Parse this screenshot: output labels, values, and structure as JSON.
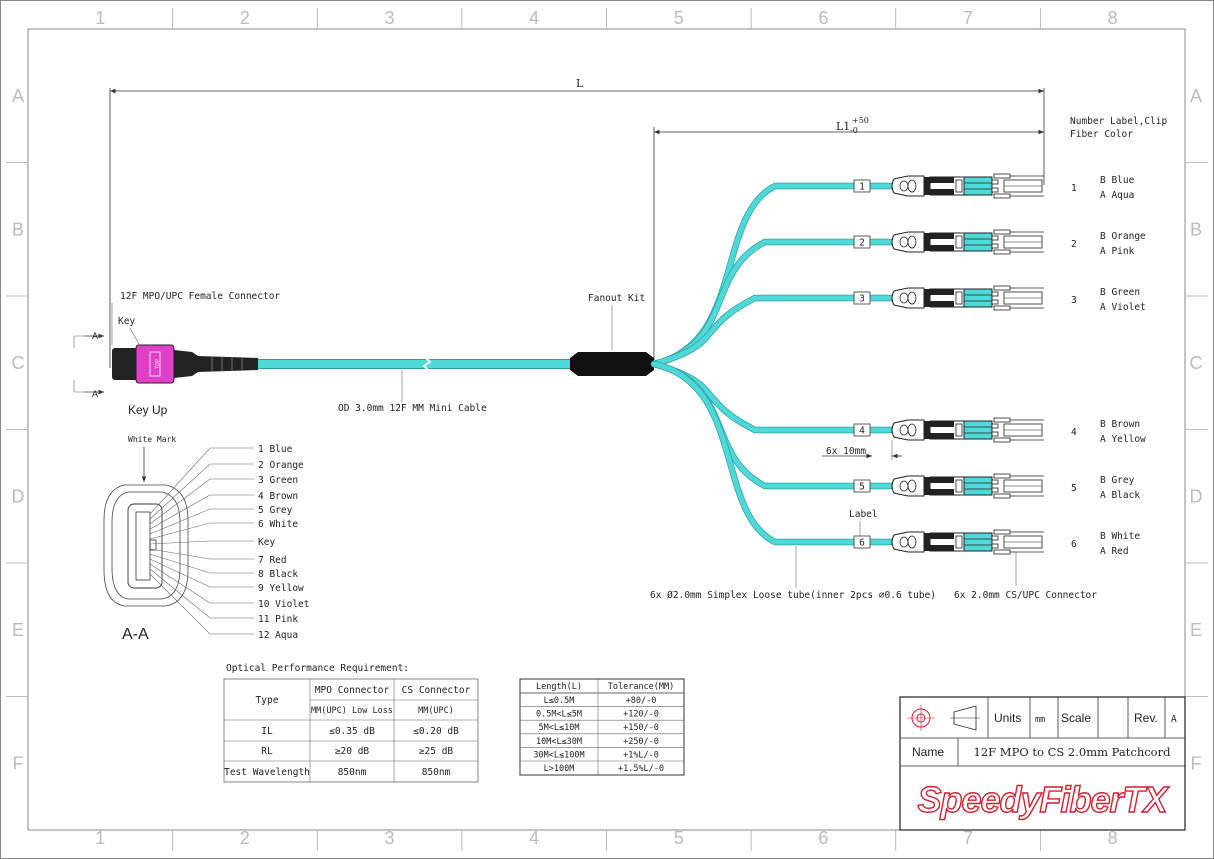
{
  "grid": {
    "cols": [
      "1",
      "2",
      "3",
      "4",
      "5",
      "6",
      "7",
      "8"
    ],
    "rows": [
      "A",
      "B",
      "C",
      "D",
      "E",
      "F"
    ]
  },
  "dims": {
    "L": "L",
    "L1": "L1",
    "L1_tol_upper": "+50",
    "L1_tol_lower": "-0"
  },
  "labels": {
    "number_label_clip": "Number Label,Clip",
    "fiber_color": "Fiber Color",
    "mpo_connector": "12F MPO/UPC Female Connector",
    "key": "Key",
    "key_up": "Key Up",
    "cable": "OD 3.0mm 12F MM Mini Cable",
    "fanout_kit": "Fanout Kit",
    "section_marker": "A",
    "section_aa": "A-A",
    "white_mark": "White Mark",
    "spacing": "6x 10mm",
    "label": "Label",
    "loose_tube": "6x Ø2.0mm Simplex Loose tube(inner 2pcs ∅0.6 tube)",
    "cs_connector": "6x 2.0mm CS/UPC Connector",
    "mpo_body_text": "TOP"
  },
  "legs": [
    {
      "num": "1",
      "b": "B  Blue",
      "a": "A  Aqua"
    },
    {
      "num": "2",
      "b": "B  Orange",
      "a": "A  Pink"
    },
    {
      "num": "3",
      "b": "B  Green",
      "a": "A  Violet"
    },
    {
      "num": "4",
      "b": "B  Brown",
      "a": "A  Yellow"
    },
    {
      "num": "5",
      "b": "B  Grey",
      "a": "A  Black"
    },
    {
      "num": "6",
      "b": "B  White",
      "a": "A  Red"
    }
  ],
  "fiber_list": [
    "1 Blue",
    "2 Orange",
    "3 Green",
    "4 Brown",
    "5 Grey",
    "6 White",
    "Key",
    "7 Red",
    "8 Black",
    "9 Yellow",
    "10 Violet",
    "11 Pink",
    "12 Aqua"
  ],
  "optical": {
    "title": "Optical Performance Requirement:",
    "type": "Type",
    "col_mpo": "MPO Connector",
    "col_cs": "CS Connector",
    "sub_mpo": "MM(UPC) Low Loss",
    "sub_cs": "MM(UPC)",
    "rows": [
      {
        "name": "IL",
        "mpo": "≤0.35 dB",
        "cs": "≤0.20 dB"
      },
      {
        "name": "RL",
        "mpo": "≥20 dB",
        "cs": "≥25 dB"
      },
      {
        "name": "Test Wavelength",
        "mpo": "850nm",
        "cs": "850nm"
      }
    ]
  },
  "tolerance": {
    "h_length": "Length(L)",
    "h_tol": "Tolerance(MM)",
    "rows": [
      {
        "len": "L≤0.5M",
        "tol": "+80/-0"
      },
      {
        "len": "0.5M<L≤5M",
        "tol": "+120/-0"
      },
      {
        "len": "5M<L≤10M",
        "tol": "+150/-0"
      },
      {
        "len": "10M<L≤30M",
        "tol": "+250/-0"
      },
      {
        "len": "30M<L≤100M",
        "tol": "+1%L/-0"
      },
      {
        "len": "L>100M",
        "tol": "+1.5%L/-0"
      }
    ]
  },
  "title_block": {
    "units": "Units",
    "units_val": "mm",
    "scale": "Scale",
    "rev": "Rev.",
    "rev_val": "A",
    "name": "Name",
    "name_val": "12F MPO to CS 2.0mm Patchcord",
    "logo": "SpeedyFiberTX"
  },
  "colors": {
    "fiber": "#4fd8d8",
    "mpo": "#e040c8",
    "logo": "#d01f2f"
  }
}
